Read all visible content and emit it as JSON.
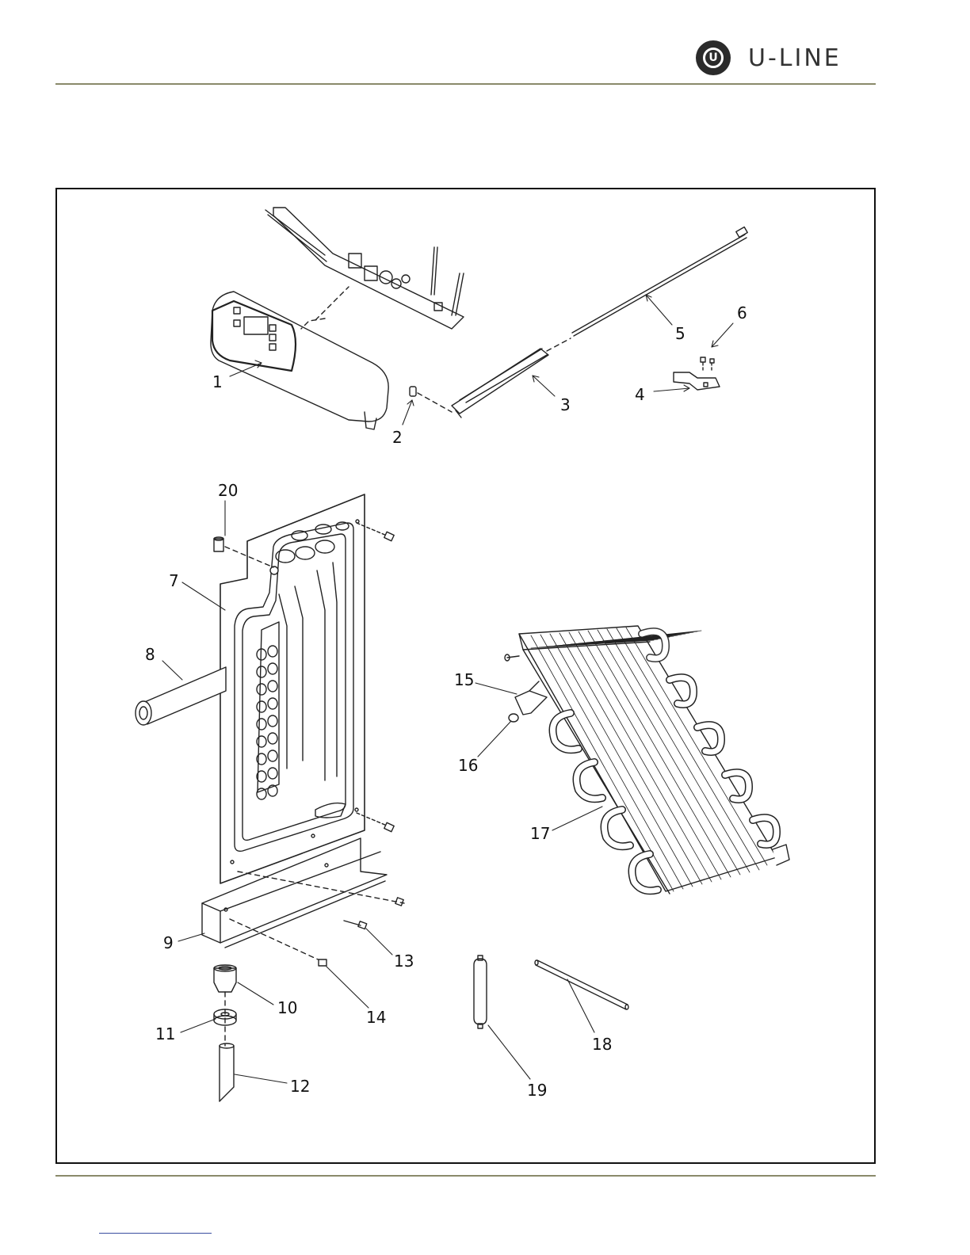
{
  "brand": {
    "name": "U-LINE",
    "mark": "U"
  },
  "callouts": [
    "1",
    "2",
    "3",
    "4",
    "5",
    "6",
    "7",
    "8",
    "9",
    "10",
    "11",
    "12",
    "13",
    "14",
    "15",
    "16",
    "17",
    "18",
    "19",
    "20"
  ],
  "colors": {
    "rule": "#8a8a6a",
    "ink": "#111111",
    "link": "#3a4fa0"
  }
}
